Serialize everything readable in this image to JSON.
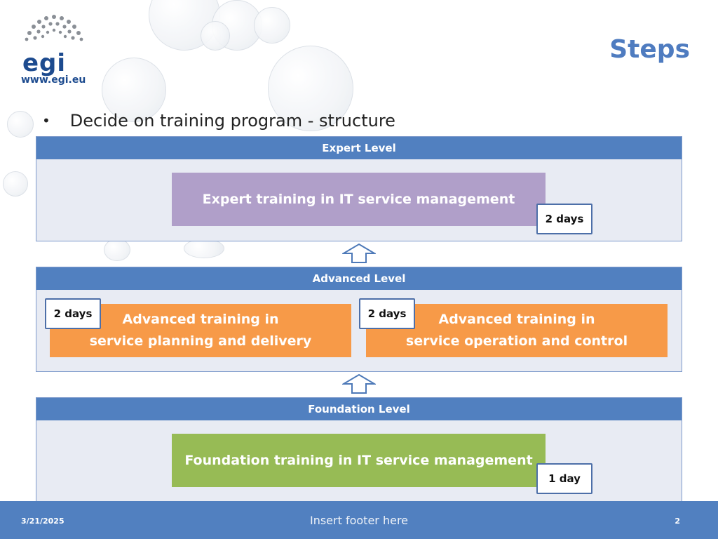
{
  "logo": {
    "brand": "egi",
    "url": "www.egi.eu"
  },
  "slide": {
    "title": "Steps",
    "bullet": "Decide on training program - structure"
  },
  "levels": {
    "expert": {
      "header": "Expert Level",
      "box": "Expert training in IT service management",
      "duration": "2 days"
    },
    "advanced": {
      "header": "Advanced Level",
      "boxes": [
        {
          "line1": "Advanced training in",
          "line2": "service planning and delivery",
          "duration": "2 days"
        },
        {
          "line1": "Advanced training in",
          "line2": "service operation and control",
          "duration": "2 days"
        }
      ]
    },
    "foundation": {
      "header": "Foundation Level",
      "box": "Foundation training in IT service management",
      "duration": "1 day"
    }
  },
  "footer": {
    "date": "3/21/2025",
    "center": "Insert footer here",
    "page": "2"
  },
  "colors": {
    "header_blue": "#5180c0",
    "panel_bg": "#e8ebf3",
    "expert_purple": "#b09fc9",
    "advanced_orange": "#f79a48",
    "foundation_green": "#97bb55",
    "title_blue": "#4f7cc0",
    "logo_blue": "#1d4b8f"
  },
  "icons": {
    "logo_dots": "egi-logo-dots-icon",
    "arrow": "up-arrow-icon"
  }
}
